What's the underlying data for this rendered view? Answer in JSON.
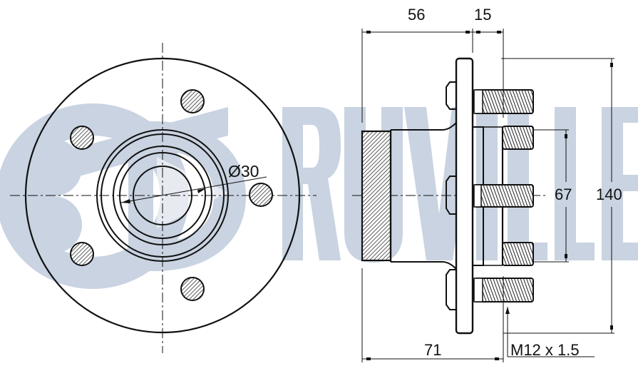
{
  "watermark": {
    "brand": "RUVILLE",
    "letters": [
      "R",
      "U",
      "V",
      "I",
      "L",
      "L",
      "E"
    ],
    "color": "#c9d3e1"
  },
  "drawing": {
    "line_color": "#111111",
    "hatch_fill": "#b9c0c8",
    "front_view": {
      "diameter_label": "Ø30",
      "bolt_count": 5
    },
    "side_view": {
      "dimensions": {
        "overall_hub_length": "56",
        "flange_to_stud": "15",
        "total_length": "71",
        "pilot_diameter": "67",
        "flange_diameter": "140",
        "thread_spec": "M12 x 1.5"
      }
    }
  }
}
